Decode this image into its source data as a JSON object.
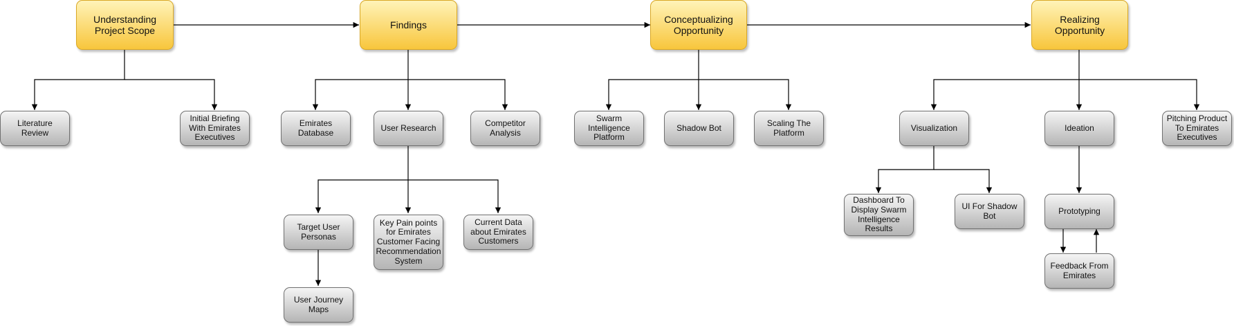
{
  "diagram": {
    "phases": {
      "scope": "Understanding Project Scope",
      "findings": "Findings",
      "concept": "Conceptualizing Opportunity",
      "realize": "Realizing Opportunity"
    },
    "nodes": {
      "literature": "Literature Review",
      "briefing": "Initial Briefing With Emirates Executives",
      "emirates_db": "Emirates Database",
      "user_research": "User Research",
      "competitor": "Competitor Analysis",
      "target_personas": "Target User Personas",
      "pain_points": "Key Pain points for Emirates Customer Facing Recommendation System",
      "current_data": "Current Data about Emirates Customers",
      "journey_maps": "User Journey Maps",
      "swarm": "Swarm Intelligence Platform",
      "shadow_bot": "Shadow Bot",
      "scaling": "Scaling The Platform",
      "visualization": "Visualization",
      "ideation": "Ideation",
      "pitching": "Pitching Product To Emirates Executives",
      "dashboard": "Dashboard To Display Swarm Intelligence Results",
      "ui_shadow": "UI For Shadow Bot",
      "prototyping": "Prototyping",
      "feedback": "Feedback From Emirates"
    }
  }
}
